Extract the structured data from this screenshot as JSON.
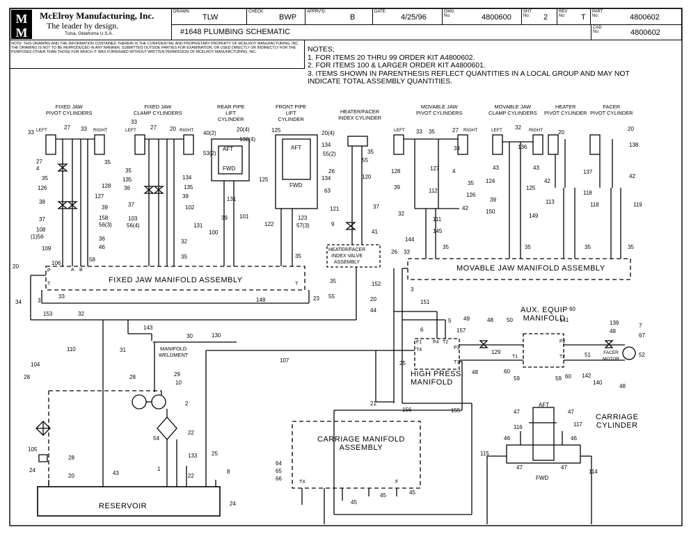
{
  "title_block": {
    "company": "McElroy Manufacturing, Inc.",
    "tagline": "The leader by design.",
    "location": "Tulsa, Oklahoma U.S.A.",
    "drawn_label": "DRAWN:",
    "drawn_value": "TLW",
    "check_label": "CHECK:",
    "check_value": "BWP",
    "apprvd_label": "APPRV'D:",
    "apprvd_value": "B",
    "date_label": "DATE:",
    "date_value": "4/25/96",
    "dwg_label": "DWG No:",
    "dwg_value": "4800600",
    "sht_label": "SHT No:",
    "sht_value": "2",
    "rev_label": "REV No:",
    "rev_value": "T",
    "part_label": "PART No:",
    "part_value": "4800602",
    "cad_label": "CAD No:",
    "cad_value": "4800602",
    "drawing_title": "#1648 PLUMBING SCHEMATIC"
  },
  "notice": "NOTE: THIS DRAWING AND THE INFORMATION CONTAINED THEREIN IS THE CONFIDENTIAL AND PROPRIETARY PROPERTY OF McElroy Manufacturing, Inc. THE DRAWING IS NOT TO BE REPRODUCED IN ANY MANNER, SUBMITTED OUTSIDE PARTIES FOR EXAMINATION, OR USED DIRECTLY OR INDIRECTLY FOR THE PURPOSES OTHER THAN THOSE FOR WHICH IT WAS FURNISHED WITHOUT WRITTEN PERMISSION OF McElroy Manufacturing, Inc.",
  "notes": {
    "heading": "NOTES;",
    "items": [
      "1. FOR ITEMS 20 THRU 99 ORDER KIT A4800602.",
      "2. FOR ITEMS 100 & LARGER ORDER KIT A4800601.",
      "3. ITEMS SHOWN IN PARENTHESIS REFLECT QUANTITIES IN A LOCAL GROUP AND MAY NOT INDICATE TOTAL ASSEMBLY QUANTITIES."
    ]
  },
  "components": {
    "fixed_jaw_pivot": "FIXED JAW\nPIVOT CYLINDERS",
    "fixed_jaw_clamp": "FIXED JAW\nCLAMP CYLINDERS",
    "rear_pipe_lift": "REAR PIPE\nLIFT\nCYLINDER",
    "front_pipe_lift": "FRONT PIPE\nLIFT\nCYLINDER",
    "heater_facer_index": "HEATER/FACER\nINDEX CYLINDER",
    "movable_jaw_pivot": "MOVABLE JAW\nPIVOT CYLINDERS",
    "movable_jaw_clamp": "MOVABLE JAW\nCLAMP CYLINDERS",
    "heater_pivot": "HEATER\nPIVOT CYLINDER",
    "facer_pivot": "FACER\nPIVOT CYLINDER",
    "fixed_jaw_manifold": "FIXED JAW MANIFOLD ASSEMBLY",
    "movable_jaw_manifold": "MOVABLE JAW MANIFOLD ASSEMBLY",
    "index_valve": "HEATER/FACER\nINDEX VALVE\nASSEMBLY",
    "manifold_weldment": "MANIFOLD\nWELDMENT",
    "high_press_manifold": "HIGH PRESS.\nMANIFOLD",
    "aux_equip_manifold": "AUX. EQUIP\nMANIFOLD",
    "carriage_manifold": "CARRIAGE MANIFOLD\nASSEMBLY",
    "carriage_cylinder": "CARRIAGE\nCYLINDER",
    "reservoir": "RESERVOIR",
    "facer_motor": "FACER\nMOTOR",
    "aft": "AFT",
    "fwd": "FWD",
    "left": "LEFT",
    "right": "RIGHT"
  },
  "part_numbers": [
    {
      "id": "n1",
      "text": "33"
    },
    {
      "id": "n2",
      "text": "27"
    },
    {
      "id": "n3",
      "text": "33"
    },
    {
      "id": "n4",
      "text": "35"
    },
    {
      "id": "n5",
      "text": "27"
    },
    {
      "id": "n6",
      "text": "4"
    },
    {
      "id": "n7",
      "text": "35"
    },
    {
      "id": "n8",
      "text": "126"
    },
    {
      "id": "n9",
      "text": "38"
    },
    {
      "id": "n10",
      "text": "37"
    },
    {
      "id": "n11",
      "text": "108"
    },
    {
      "id": "n12",
      "text": "(1)56"
    },
    {
      "id": "n13",
      "text": "109"
    },
    {
      "id": "n14",
      "text": "106"
    },
    {
      "id": "n15",
      "text": "58"
    },
    {
      "id": "n16",
      "text": "128"
    },
    {
      "id": "n17",
      "text": "127"
    },
    {
      "id": "n18",
      "text": "39"
    },
    {
      "id": "n19",
      "text": "158"
    },
    {
      "id": "n20",
      "text": "56(3)"
    },
    {
      "id": "n21",
      "text": "36"
    },
    {
      "id": "n22",
      "text": "46"
    },
    {
      "id": "n23",
      "text": "33"
    },
    {
      "id": "n24",
      "text": "27"
    },
    {
      "id": "n25",
      "text": "20"
    },
    {
      "id": "n26",
      "text": "35"
    },
    {
      "id": "n27",
      "text": "135"
    },
    {
      "id": "n28",
      "text": "36"
    },
    {
      "id": "n29",
      "text": "37"
    },
    {
      "id": "n30",
      "text": "103"
    },
    {
      "id": "n31",
      "text": "56(4)"
    },
    {
      "id": "n32",
      "text": "134"
    },
    {
      "id": "n33",
      "text": "135"
    },
    {
      "id": "n34",
      "text": "39"
    },
    {
      "id": "n35",
      "text": "102"
    },
    {
      "id": "n36",
      "text": "131"
    },
    {
      "id": "n37",
      "text": "32"
    },
    {
      "id": "n38",
      "text": "35"
    },
    {
      "id": "n39",
      "text": "40(2)"
    },
    {
      "id": "n40",
      "text": "20(4)"
    },
    {
      "id": "n41",
      "text": "132(4)"
    },
    {
      "id": "n42",
      "text": "53(2)"
    },
    {
      "id": "n43",
      "text": "131"
    },
    {
      "id": "n44",
      "text": "39"
    },
    {
      "id": "n45",
      "text": "101"
    },
    {
      "id": "n46",
      "text": "100"
    },
    {
      "id": "n47",
      "text": "125"
    },
    {
      "id": "n48",
      "text": "20(4)"
    },
    {
      "id": "n49",
      "text": "134"
    },
    {
      "id": "n50",
      "text": "55(2)"
    },
    {
      "id": "n51",
      "text": "125"
    },
    {
      "id": "n52",
      "text": "134"
    },
    {
      "id": "n53",
      "text": "122"
    },
    {
      "id": "n54",
      "text": "123"
    },
    {
      "id": "n55",
      "text": "57(3)"
    },
    {
      "id": "n56",
      "text": "35"
    },
    {
      "id": "n57",
      "text": "35"
    },
    {
      "id": "n58",
      "text": "55"
    },
    {
      "id": "n59",
      "text": "26"
    },
    {
      "id": "n60",
      "text": "120"
    },
    {
      "id": "n61",
      "text": "63"
    },
    {
      "id": "n62",
      "text": "121"
    },
    {
      "id": "n63",
      "text": "37"
    },
    {
      "id": "n64",
      "text": "9"
    },
    {
      "id": "n65",
      "text": "41"
    },
    {
      "id": "n66",
      "text": "33"
    },
    {
      "id": "n67",
      "text": "35"
    },
    {
      "id": "n68",
      "text": "27"
    },
    {
      "id": "n69",
      "text": "128"
    },
    {
      "id": "n70",
      "text": "127"
    },
    {
      "id": "n71",
      "text": "112"
    },
    {
      "id": "n72",
      "text": "33"
    },
    {
      "id": "n73",
      "text": "4"
    },
    {
      "id": "n74",
      "text": "35"
    },
    {
      "id": "n75",
      "text": "126"
    },
    {
      "id": "n76",
      "text": "39"
    },
    {
      "id": "n77",
      "text": "32"
    },
    {
      "id": "n78",
      "text": "111"
    },
    {
      "id": "n79",
      "text": "42"
    },
    {
      "id": "n80",
      "text": "145"
    },
    {
      "id": "n81",
      "text": "144"
    },
    {
      "id": "n82",
      "text": "35"
    },
    {
      "id": "n83",
      "text": "32"
    },
    {
      "id": "n84",
      "text": "136"
    },
    {
      "id": "n85",
      "text": "43"
    },
    {
      "id": "n86",
      "text": "43"
    },
    {
      "id": "n87",
      "text": "124"
    },
    {
      "id": "n88",
      "text": "125"
    },
    {
      "id": "n89",
      "text": "39"
    },
    {
      "id": "n90",
      "text": "150"
    },
    {
      "id": "n91",
      "text": "149"
    },
    {
      "id": "n92",
      "text": "35"
    },
    {
      "id": "n93",
      "text": "20"
    },
    {
      "id": "n94",
      "text": "137"
    },
    {
      "id": "n95",
      "text": "42"
    },
    {
      "id": "n96",
      "text": "118"
    },
    {
      "id": "n97",
      "text": "113"
    },
    {
      "id": "n98",
      "text": "35"
    },
    {
      "id": "n99",
      "text": "20"
    },
    {
      "id": "n100",
      "text": "138"
    },
    {
      "id": "n101",
      "text": "42"
    },
    {
      "id": "n102",
      "text": "118"
    },
    {
      "id": "n103",
      "text": "119"
    },
    {
      "id": "n104",
      "text": "35"
    },
    {
      "id": "n105",
      "text": "20"
    },
    {
      "id": "n106",
      "text": "34"
    },
    {
      "id": "n107",
      "text": "3"
    },
    {
      "id": "n108",
      "text": "33"
    },
    {
      "id": "n109",
      "text": "148"
    },
    {
      "id": "n110",
      "text": "23"
    },
    {
      "id": "n111",
      "text": "35"
    },
    {
      "id": "n112",
      "text": "55"
    },
    {
      "id": "n113",
      "text": "153"
    },
    {
      "id": "n114",
      "text": "32"
    },
    {
      "id": "n115",
      "text": "143"
    },
    {
      "id": "n116",
      "text": "110"
    },
    {
      "id": "n117",
      "text": "31"
    },
    {
      "id": "n118",
      "text": "30"
    },
    {
      "id": "n119",
      "text": "130"
    },
    {
      "id": "n120",
      "text": "104"
    },
    {
      "id": "n121",
      "text": "28"
    },
    {
      "id": "n122",
      "text": "28"
    },
    {
      "id": "n123",
      "text": "29"
    },
    {
      "id": "n124",
      "text": "10"
    },
    {
      "id": "n125",
      "text": "2"
    },
    {
      "id": "n126",
      "text": "22"
    },
    {
      "id": "n127",
      "text": "54"
    },
    {
      "id": "n128",
      "text": "133"
    },
    {
      "id": "n129",
      "text": "105"
    },
    {
      "id": "n130",
      "text": "28"
    },
    {
      "id": "n131",
      "text": "24"
    },
    {
      "id": "n132",
      "text": "20"
    },
    {
      "id": "n133",
      "text": "43"
    },
    {
      "id": "n134",
      "text": "1"
    },
    {
      "id": "n135",
      "text": "22"
    },
    {
      "id": "n136",
      "text": "25"
    },
    {
      "id": "n137",
      "text": "8"
    },
    {
      "id": "n138",
      "text": "24"
    },
    {
      "id": "n139",
      "text": "107"
    },
    {
      "id": "n140",
      "text": "26"
    },
    {
      "id": "n141",
      "text": "33"
    },
    {
      "id": "n142",
      "text": "152"
    },
    {
      "id": "n143",
      "text": "3"
    },
    {
      "id": "n144",
      "text": "20"
    },
    {
      "id": "n145",
      "text": "151"
    },
    {
      "id": "n146",
      "text": "44"
    },
    {
      "id": "n147",
      "text": "6"
    },
    {
      "id": "n148",
      "text": "5"
    },
    {
      "id": "n149",
      "text": "157"
    },
    {
      "id": "n150",
      "text": "49"
    },
    {
      "id": "n151",
      "text": "48"
    },
    {
      "id": "n152",
      "text": "50"
    },
    {
      "id": "n153",
      "text": "141"
    },
    {
      "id": "n154",
      "text": "139"
    },
    {
      "id": "n155",
      "text": "48"
    },
    {
      "id": "n156",
      "text": "7"
    },
    {
      "id": "n157",
      "text": "67"
    },
    {
      "id": "n158",
      "text": "25"
    },
    {
      "id": "n159",
      "text": "48"
    },
    {
      "id": "n160",
      "text": "129"
    },
    {
      "id": "n161",
      "text": "60"
    },
    {
      "id": "n162",
      "text": "59"
    },
    {
      "id": "n163",
      "text": "59"
    },
    {
      "id": "n164",
      "text": "60"
    },
    {
      "id": "n165",
      "text": "51"
    },
    {
      "id": "n166",
      "text": "142"
    },
    {
      "id": "n167",
      "text": "140"
    },
    {
      "id": "n168",
      "text": "52"
    },
    {
      "id": "n169",
      "text": "48"
    },
    {
      "id": "n170",
      "text": "21"
    },
    {
      "id": "n171",
      "text": "156"
    },
    {
      "id": "n172",
      "text": "155"
    },
    {
      "id": "n173",
      "text": "64"
    },
    {
      "id": "n174",
      "text": "65"
    },
    {
      "id": "n175",
      "text": "66"
    },
    {
      "id": "n176",
      "text": "45"
    },
    {
      "id": "n177",
      "text": "45"
    },
    {
      "id": "n178",
      "text": "45"
    },
    {
      "id": "n179",
      "text": "47"
    },
    {
      "id": "n180",
      "text": "47"
    },
    {
      "id": "n181",
      "text": "116"
    },
    {
      "id": "n182",
      "text": "117"
    },
    {
      "id": "n183",
      "text": "46"
    },
    {
      "id": "n184",
      "text": "46"
    },
    {
      "id": "n185",
      "text": "115"
    },
    {
      "id": "n186",
      "text": "47"
    },
    {
      "id": "n187",
      "text": "47"
    },
    {
      "id": "n188",
      "text": "114"
    },
    {
      "id": "n189",
      "text": "60"
    }
  ],
  "port_labels": {
    "P": "P",
    "T": "T",
    "A": "A",
    "B": "B",
    "F1": "F1",
    "T4": "T4",
    "P4": "P4",
    "T2": "T2",
    "P3": "P3",
    "T3": "T3",
    "T1": "T1",
    "P2": "P2",
    "TX": "TX",
    "F": "F"
  }
}
